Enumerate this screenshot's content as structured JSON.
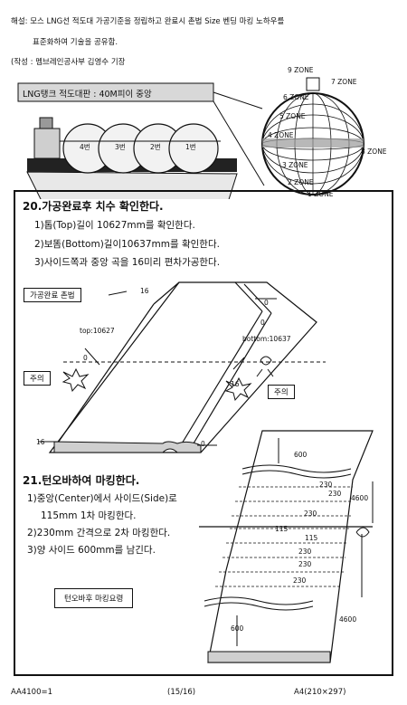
{
  "intro": {
    "line1": "해설: 모스 LNG선 적도대 가공기준을 정립하고 완료시 촌법 Size 벤딩 마킹 노하우를",
    "line2": "표준화하여 기술을 공유함.",
    "author": "(작성 : 멤브레인공사부 김영수 기장"
  },
  "ship_banner": "LNG탱크 적도대판 : 40M피이 중앙",
  "tank_labels": [
    "4번",
    "3번",
    "2번",
    "1번"
  ],
  "zones": [
    "9 ZONE",
    "7 ZONE",
    "6 ZONE",
    "5 ZONE",
    "4 ZONE",
    "8 ZONE",
    "3 ZONE",
    "2 ZONE",
    "1 ZONE"
  ],
  "section20": {
    "heading": "20.가공완료후 치수 확인한다.",
    "items": [
      "1)톱(Top)길이 10627mm를 확인한다.",
      "2)보똠(Bottom)길이10637mm를 확인한다.",
      "3)사이드쪽과 중앙 곡을 16미리 편차가공한다."
    ],
    "box_label": "가공완료 촌법",
    "top_label": "top:10627",
    "bottom_label": "bottom:10637",
    "num_16": "16",
    "num_0": "0",
    "note": "주의"
  },
  "section21": {
    "heading": "21.턴오바하여 마킹한다.",
    "items": [
      "1)중앙(Center)에서 사이드(Side)로",
      "115mm 1차 마킹한다.",
      "2)230mm 간격으로 2차 마킹한다.",
      "3)양 사이드 600mm를 남긴다."
    ],
    "box_label": "턴오바후 마킹요령",
    "dim_600": "600",
    "dim_230": "230",
    "dim_115": "115",
    "dim_4600": "4600"
  },
  "footer": {
    "left": "AA4100=1",
    "center": "(15/16)",
    "right": "A4(210×297)"
  }
}
